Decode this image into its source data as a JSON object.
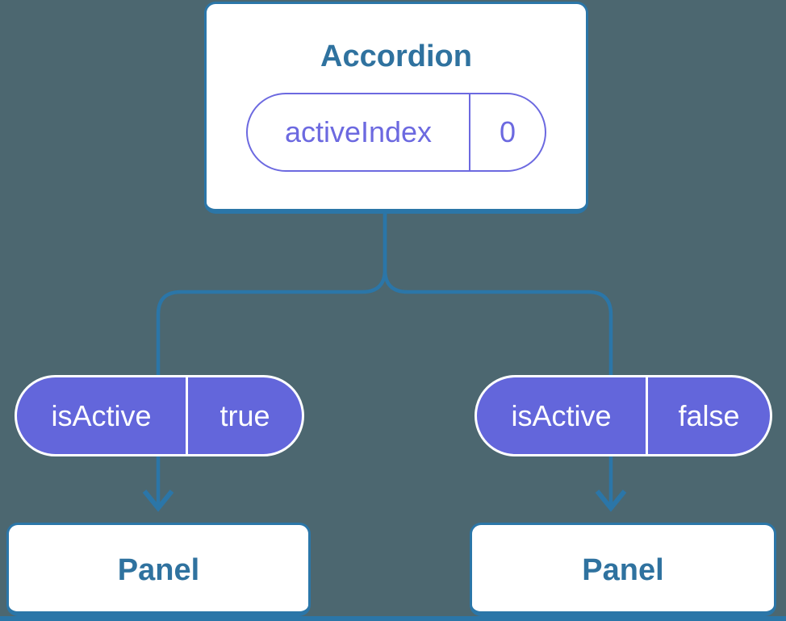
{
  "tree": {
    "root": {
      "name": "Accordion",
      "state": {
        "name": "activeIndex",
        "value": "0"
      }
    },
    "children": [
      {
        "name": "Panel",
        "prop": {
          "name": "isActive",
          "value": "true"
        }
      },
      {
        "name": "Panel",
        "prop": {
          "name": "isActive",
          "value": "false"
        }
      }
    ]
  },
  "icons": {
    "left_arrow": "arrow-down-icon",
    "right_arrow": "arrow-down-icon"
  },
  "colors": {
    "background": "#4C6770",
    "connector_blue": "#2B76A8",
    "component_text_blue": "#2F729F",
    "state_pill_purple": "#6C69E0",
    "prop_pill_fill_purple": "#6366DB",
    "card_fill": "#FFFFFF",
    "prop_pill_text": "#FFFFFF"
  }
}
